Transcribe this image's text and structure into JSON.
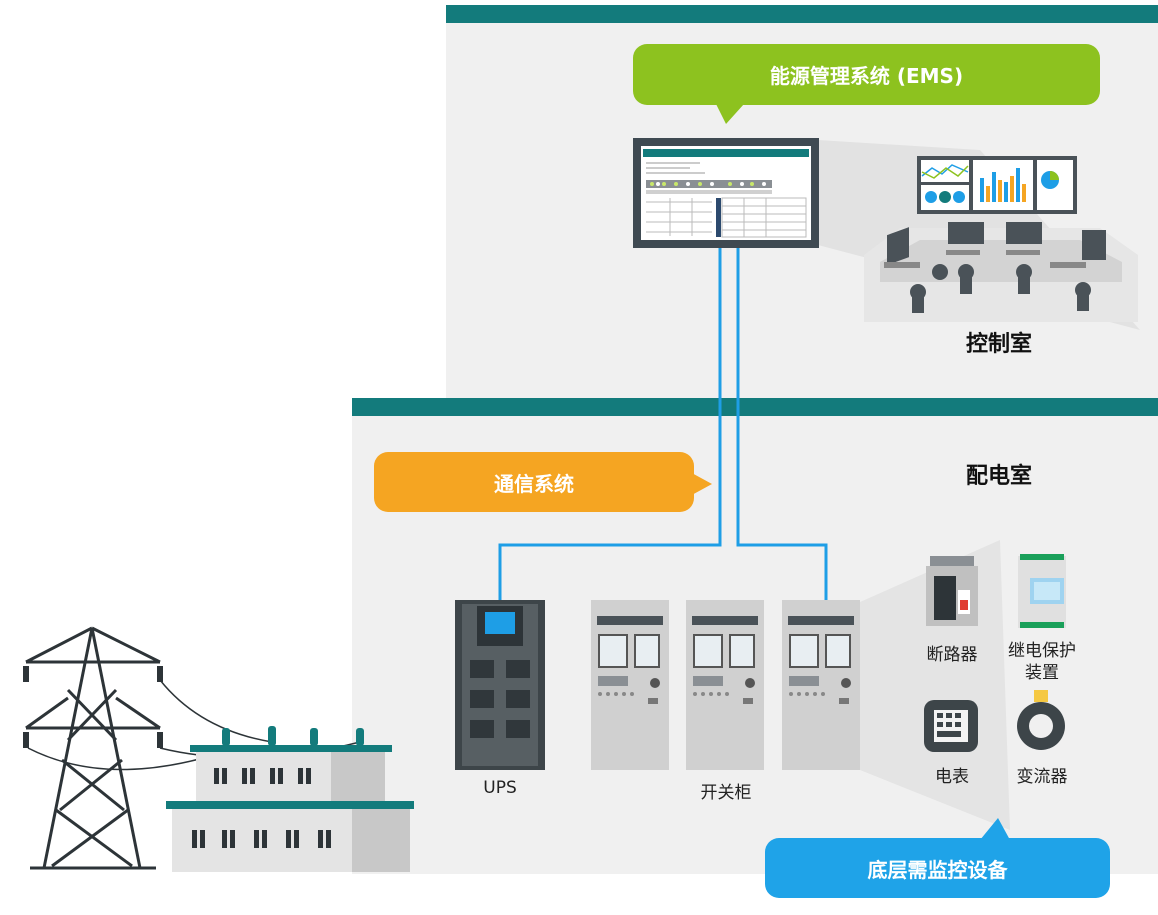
{
  "colors": {
    "teal": "#137b7c",
    "panel": "#f0f0f0",
    "green": "#8dc21f",
    "orange": "#f5a522",
    "blue": "#1fa3e8",
    "link": "#1e9ee6"
  },
  "labels": {
    "ems": "能源管理系统 (EMS)",
    "control_room": "控制室",
    "comm_system": "通信系统",
    "distribution_room": "配电室",
    "ups": "UPS",
    "switchgear": "开关柜",
    "breaker": "断路器",
    "relay_protection_line1": "继电保护",
    "relay_protection_line2": "装置",
    "meter": "电表",
    "current_transformer": "变流器",
    "field_devices": "底层需监控设备"
  }
}
